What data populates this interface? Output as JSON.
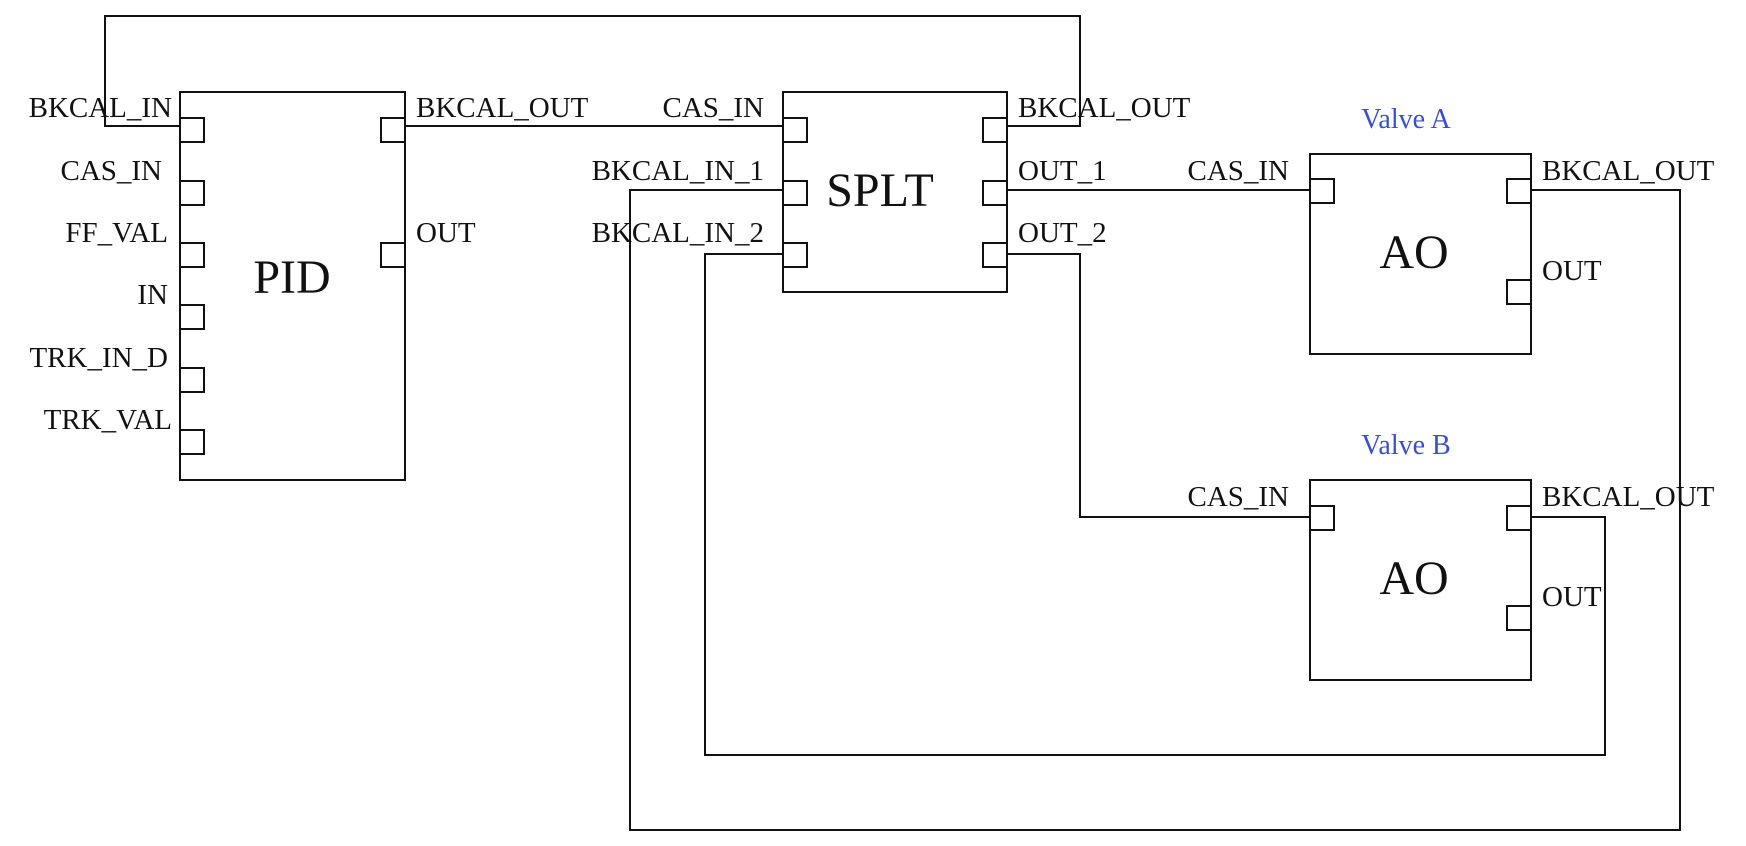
{
  "colors": {
    "line": "#111111",
    "valve_label": "#3a4fd0"
  },
  "blocks": {
    "pid": {
      "name": "PID",
      "inputs": [
        "BKCAL_IN",
        "CAS_IN",
        "FF_VAL",
        "IN",
        "TRK_IN_D",
        "TRK_VAL"
      ],
      "outputs": [
        "BKCAL_OUT",
        "OUT"
      ]
    },
    "splt": {
      "name": "SPLT",
      "inputs": [
        "CAS_IN",
        "BKCAL_IN_1",
        "BKCAL_IN_2"
      ],
      "outputs": [
        "BKCAL_OUT",
        "OUT_1",
        "OUT_2"
      ]
    },
    "ao_a": {
      "caption": "Valve A",
      "name": "AO",
      "inputs": [
        "CAS_IN"
      ],
      "outputs": [
        "BKCAL_OUT",
        "OUT"
      ]
    },
    "ao_b": {
      "caption": "Valve B",
      "name": "AO",
      "inputs": [
        "CAS_IN"
      ],
      "outputs": [
        "BKCAL_OUT",
        "OUT"
      ]
    }
  }
}
